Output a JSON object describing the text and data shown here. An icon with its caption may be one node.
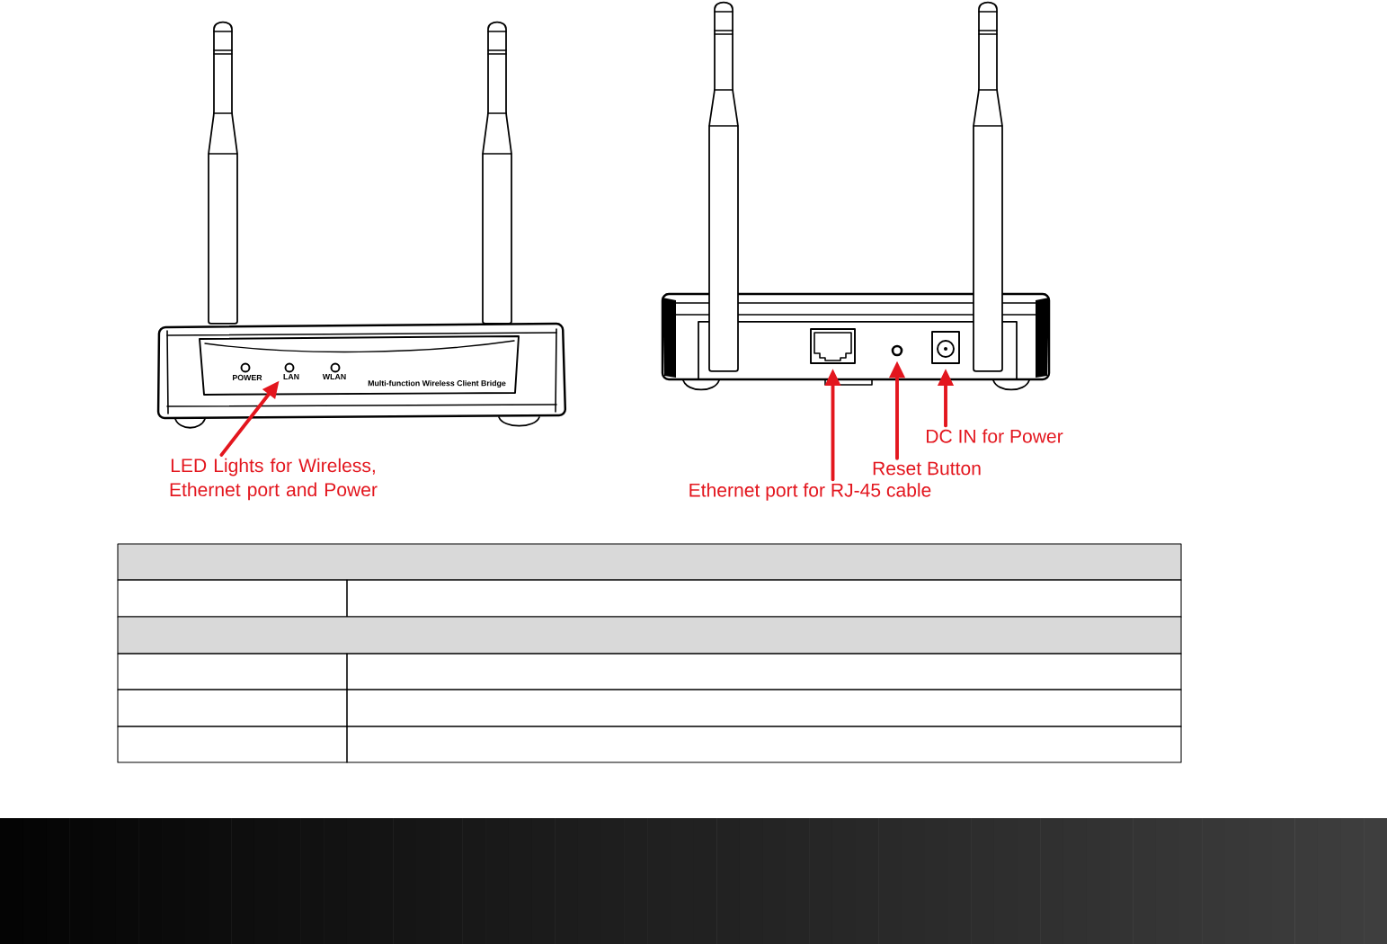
{
  "diagram": {
    "nodes": [
      {
        "text": [],
        "shape": "circle",
        "beside": [
          "LAN"
        ]
      },
      {
        "text": [],
        "shape": "box"
      },
      {
        "text": [],
        "shape": "circle"
      },
      {
        "text": [],
        "shape": "box"
      },
      {
        "text": [
          "LED Lights for Wireless, Ethernet port and Power"
        ]
      },
      {
        "text": [
          "DC IN for Power"
        ]
      },
      {
        "text": [
          "Reset Button"
        ]
      },
      {
        "text": [
          "Ethernet port for RJ-45 cable"
        ]
      }
    ],
    "edges": [
      {
        "from": 4,
        "to": 0,
        "arrow": "to"
      },
      {
        "from": 7,
        "to": 1,
        "arrow": "to"
      },
      {
        "from": 6,
        "to": 2,
        "arrow": "to"
      },
      {
        "from": 5,
        "to": 3,
        "arrow": "to"
      }
    ],
    "labels": [
      "POWER",
      "WLAN",
      "Multi-function Wireless Client Bridge"
    ]
  }
}
